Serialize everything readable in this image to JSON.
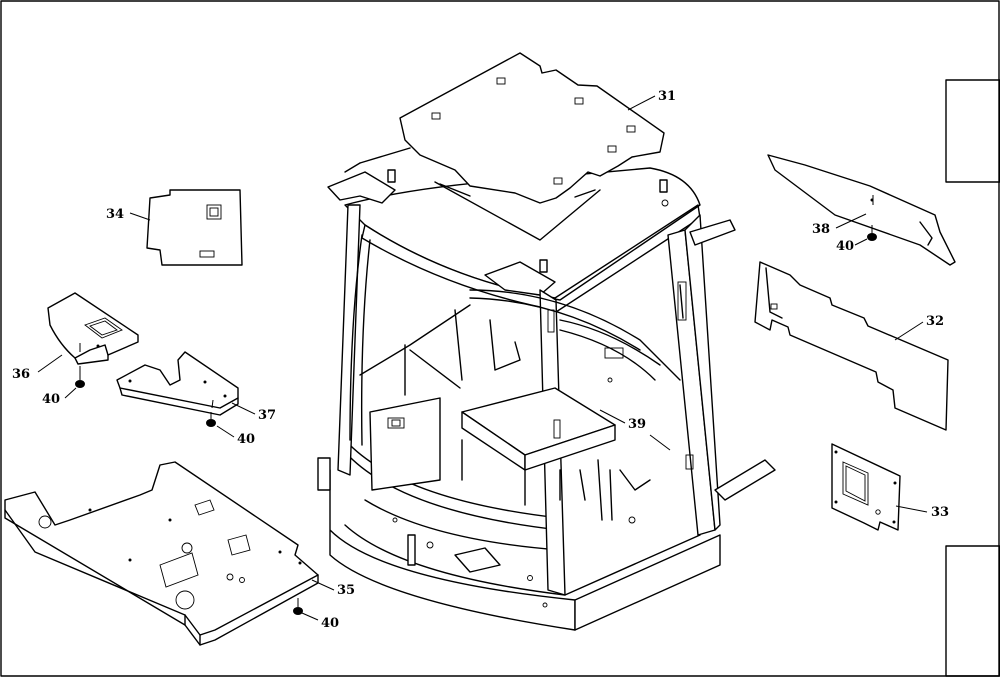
{
  "callouts": {
    "c31": "31",
    "c32": "32",
    "c33": "33",
    "c34": "34",
    "c35": "35",
    "c36": "36",
    "c37": "37",
    "c38": "38",
    "c39": "39",
    "c40a": "40",
    "c40b": "40",
    "c40c": "40",
    "c40d": "40"
  }
}
